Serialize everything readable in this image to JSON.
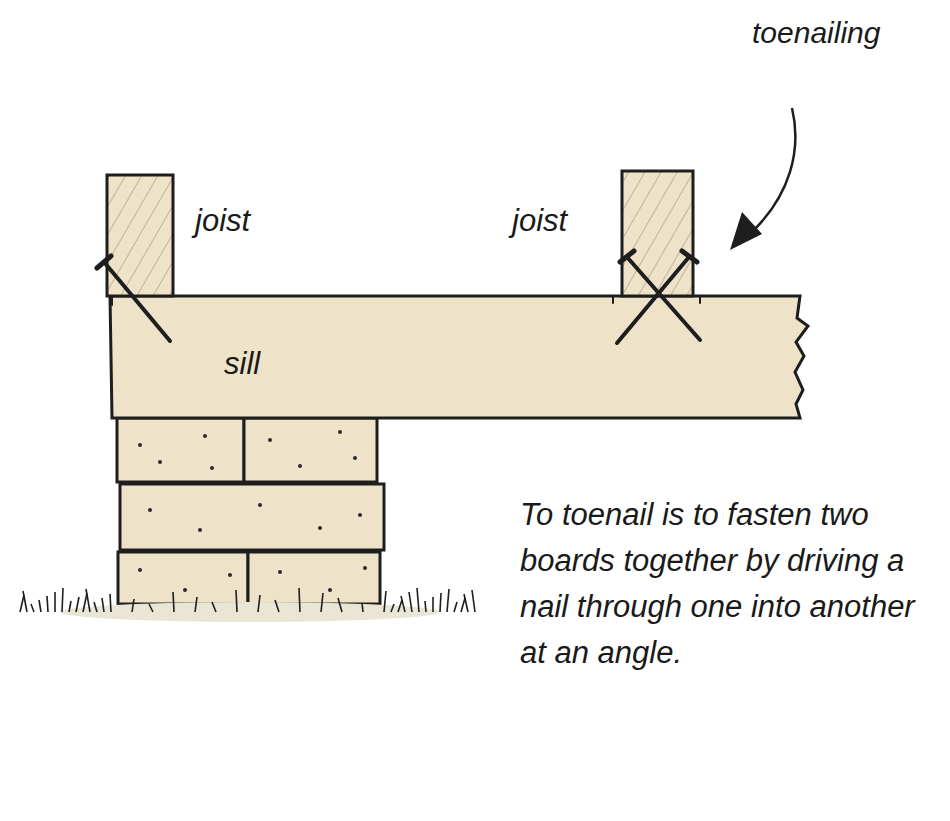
{
  "diagram": {
    "labels": [
      "toenailing",
      "joist",
      "joist",
      "sill",
      "To toenail is to fasten two boards together by driving a nail through one into another at an angle."
    ]
  }
}
